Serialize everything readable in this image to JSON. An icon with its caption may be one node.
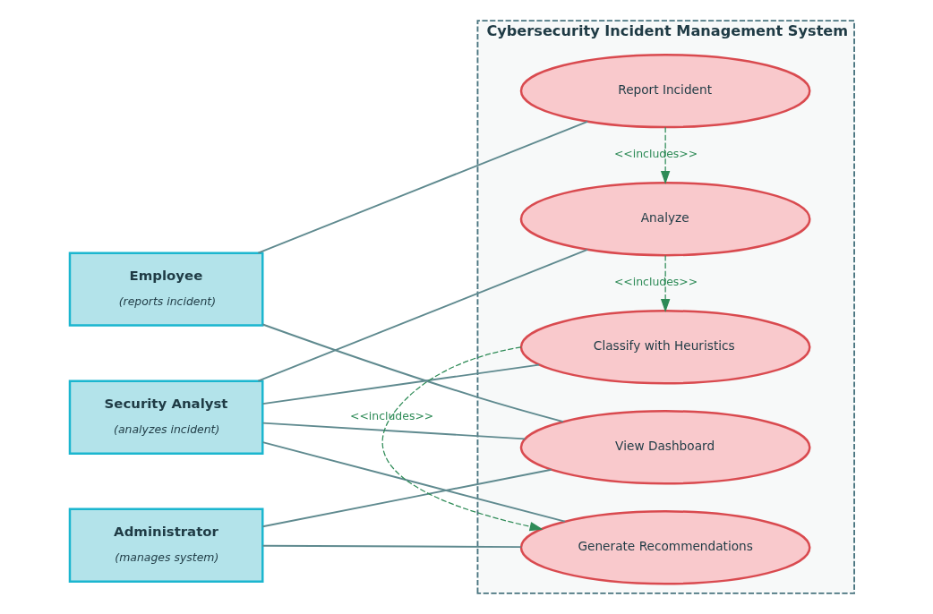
{
  "diagram": {
    "nodes": [
      {
        "text": [
          "Employee",
          "(reports incident)"
        ]
      },
      {
        "text": [
          "Security Analyst",
          "(analyzes incident)"
        ]
      },
      {
        "text": [
          "Administrator",
          "(manages system)"
        ]
      },
      {
        "text": [
          "Cybersecurity Incident Management System"
        ]
      },
      {
        "text": [
          "Report Incident"
        ],
        "in": 3
      },
      {
        "text": [
          "Analyze"
        ],
        "in": 3
      },
      {
        "text": [
          "Classify with Heuristics"
        ],
        "in": 3
      },
      {
        "text": [
          "Generate Recommendations"
        ],
        "in": 3
      },
      {
        "text": [
          "View Dashboard"
        ],
        "in": 3
      }
    ],
    "edges": [
      {
        "from": 0,
        "to": 4,
        "arrow": "none"
      },
      {
        "from": 0,
        "to": 8,
        "arrow": "none"
      },
      {
        "from": 1,
        "to": 5,
        "arrow": "none"
      },
      {
        "from": 1,
        "to": 6,
        "arrow": "none"
      },
      {
        "from": 1,
        "to": 7,
        "arrow": "none"
      },
      {
        "from": 1,
        "to": 8,
        "arrow": "none"
      },
      {
        "from": 2,
        "to": 7,
        "arrow": "none"
      },
      {
        "from": 2,
        "to": 8,
        "arrow": "none"
      },
      {
        "from": 4,
        "to": 5,
        "arrow": "to",
        "label": "<<includes>>",
        "style": "dashed",
        "color": "#2e8b57"
      },
      {
        "from": 5,
        "to": 6,
        "arrow": "to",
        "label": "<<includes>>",
        "style": "dashed",
        "color": "#2e8b57"
      },
      {
        "from": 6,
        "to": 7,
        "arrow": "to",
        "label": "<<includes>>",
        "style": "dashed",
        "color": "#2e8b57"
      }
    ]
  }
}
